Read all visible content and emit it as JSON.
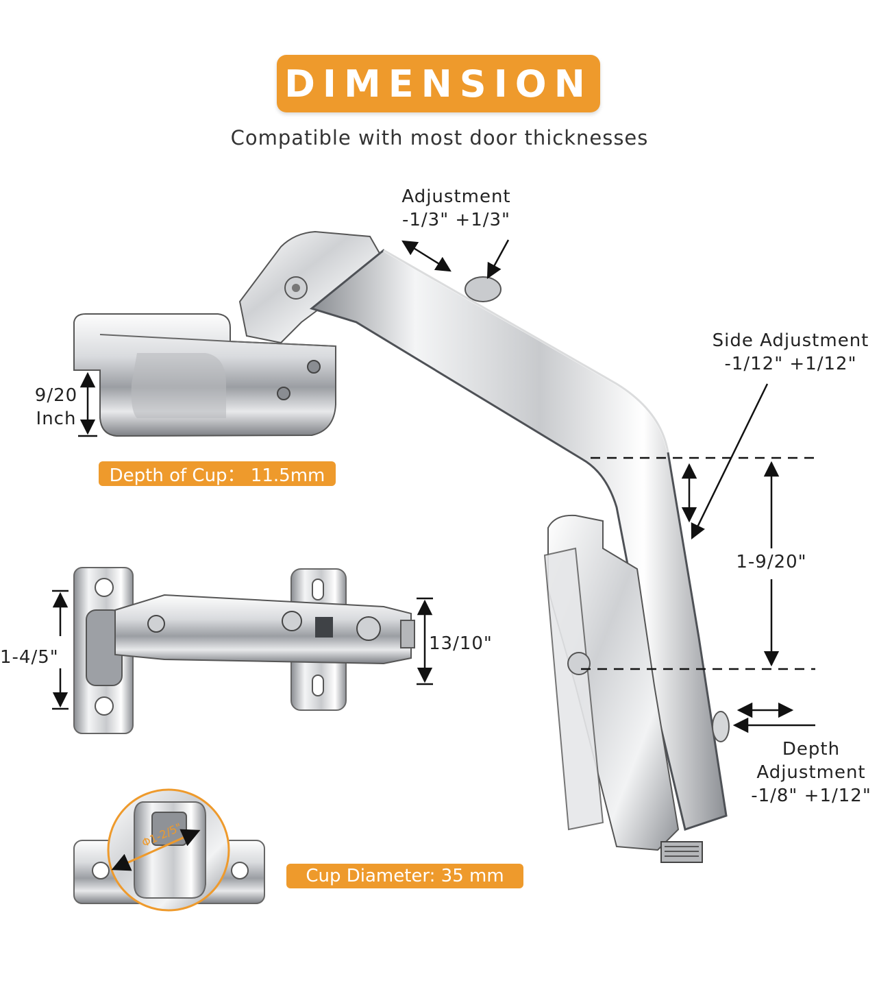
{
  "header": {
    "title": "DIMENSION",
    "subtitle": "Compatible with most door thicknesses"
  },
  "labels": {
    "adjustment_title": "Adjustment",
    "adjustment_value": "-1/3\" +1/3\"",
    "side_adjustment_title": "Side Adjustment",
    "side_adjustment_value": "-1/12\" +1/12\"",
    "cup_height_value": "9/20",
    "cup_height_unit": "Inch",
    "arm_span": "1-9/20\"",
    "depth_title": "Depth",
    "depth_adjustment_title": "Adjustment",
    "depth_adjustment_value": "-1/8\" +1/12\"",
    "plate_height": "1-4/5\"",
    "arm_height": "13/10\"",
    "cup_diameter_mark": "Φ1-2/5\""
  },
  "badges": {
    "depth_of_cup": "Depth of Cup： 11.5mm",
    "cup_diameter": "Cup Diameter: 35 mm"
  },
  "colors": {
    "accent": "#ee9a2c",
    "metal_light": "#e9eaec",
    "metal_dark": "#6b6e73",
    "text": "#222222"
  }
}
